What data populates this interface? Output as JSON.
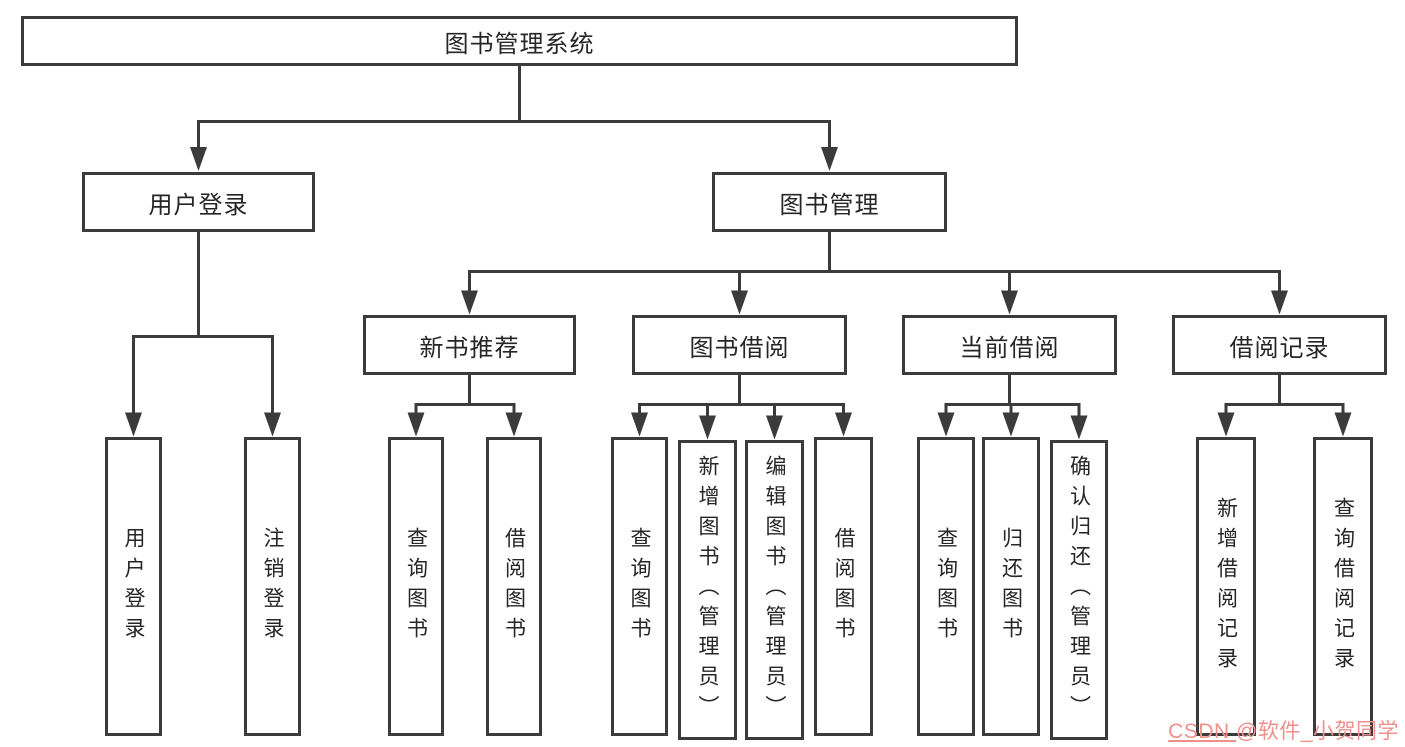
{
  "diagram_title": "图书管理系统",
  "tree": {
    "label": "图书管理系统",
    "children": [
      {
        "label": "用户登录",
        "children": [
          {
            "label": "用户登录"
          },
          {
            "label": "注销登录"
          }
        ]
      },
      {
        "label": "图书管理",
        "children": [
          {
            "label": "新书推荐",
            "children": [
              {
                "label": "查询图书"
              },
              {
                "label": "借阅图书"
              }
            ]
          },
          {
            "label": "图书借阅",
            "children": [
              {
                "label": "查询图书"
              },
              {
                "label": "新增图书（管理员）"
              },
              {
                "label": "编辑图书（管理员）"
              },
              {
                "label": "借阅图书"
              }
            ]
          },
          {
            "label": "当前借阅",
            "children": [
              {
                "label": "查询图书"
              },
              {
                "label": "归还图书"
              },
              {
                "label": "确认归还（管理员）"
              }
            ]
          },
          {
            "label": "借阅记录",
            "children": [
              {
                "label": "新增借阅记录"
              },
              {
                "label": "查询借阅记录"
              }
            ]
          }
        ]
      }
    ]
  },
  "watermark": {
    "brand": "CSDN ",
    "handle": "@软件_小贺同学"
  },
  "colors": {
    "line": "#3b3b3b",
    "box_border": "#3b3b3b",
    "text": "#262626",
    "watermark": "#ef908c",
    "background": "#ffffff"
  }
}
